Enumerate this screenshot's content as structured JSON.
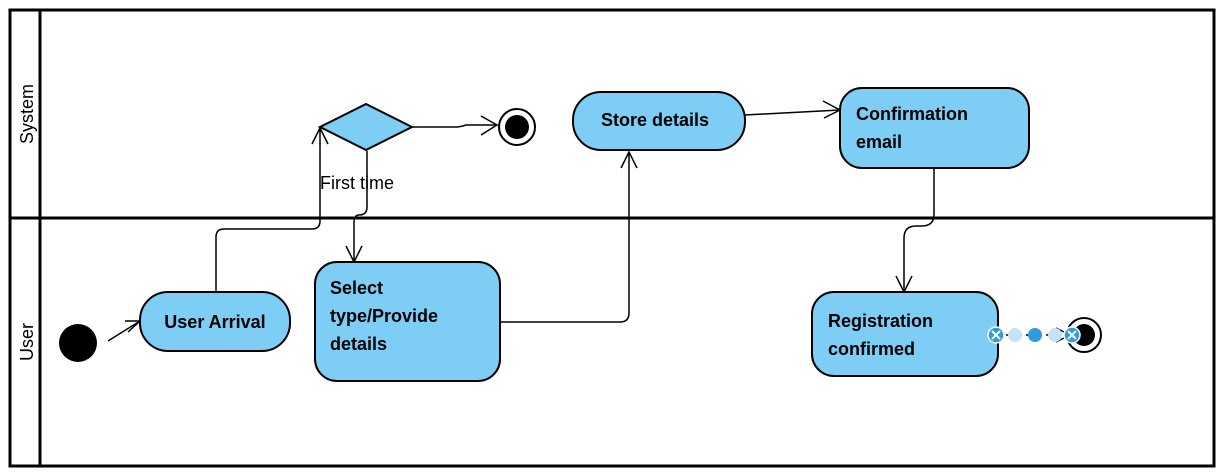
{
  "colors": {
    "node_fill": "#7ecdf5",
    "border": "#000000",
    "handle_fill": "#2f9be0",
    "handle_light": "#c6e3f7",
    "background": "#ffffff"
  },
  "lanes": {
    "system": {
      "label": "System"
    },
    "user": {
      "label": "User"
    }
  },
  "nodes": {
    "user_arrival": {
      "label": "User Arrival"
    },
    "select_type": {
      "lines": [
        "Select",
        "type/Provide",
        "details"
      ]
    },
    "store_details": {
      "label": "Store details"
    },
    "confirmation_email": {
      "lines": [
        "Confirmation",
        "email"
      ]
    },
    "registration_confirmed": {
      "lines": [
        "Registration",
        "confirmed"
      ]
    }
  },
  "guards": {
    "first_time": "First time"
  },
  "icons": {
    "initial": "initial-node-icon",
    "final": "final-node-icon",
    "decision": "decision-diamond-icon",
    "handle_close": "close-x-icon",
    "handle_dot": "connector-dot-icon"
  }
}
